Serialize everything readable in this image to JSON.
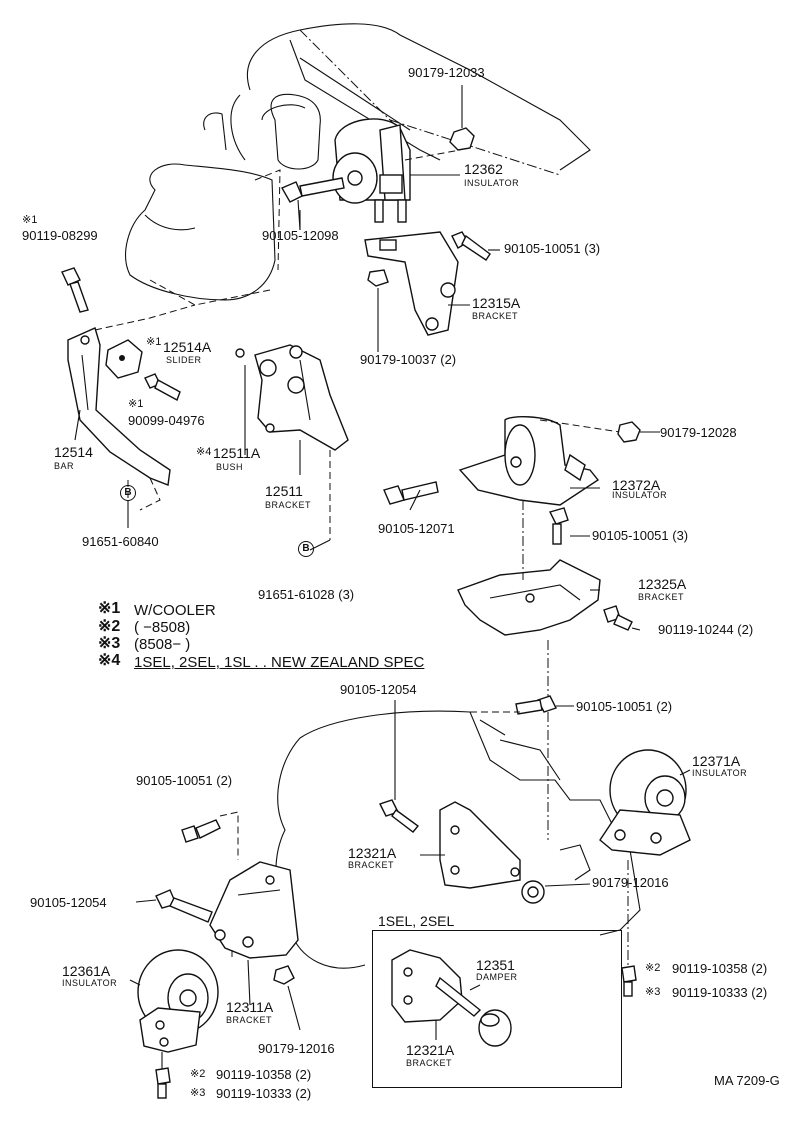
{
  "parts": {
    "p_90179_12033": "90179-12033",
    "p_12362": "12362",
    "p_12362_sub": "INSULATOR",
    "p_90119_08299_mark": "※1",
    "p_90119_08299": "90119-08299",
    "p_90105_12098": "90105-12098",
    "p_90105_10051_a": "90105-10051 (3)",
    "p_12315A": "12315A",
    "p_12315A_sub": "BRACKET",
    "p_12514A_mark": "※1",
    "p_12514A": "12514A",
    "p_12514A_sub": "SLIDER",
    "p_90179_10037": "90179-10037 (2)",
    "p_90099_04976_mark": "※1",
    "p_90099_04976": "90099-04976",
    "p_12514": "12514",
    "p_12514_sub": "BAR",
    "p_12511A_mark": "※4",
    "p_12511A": "12511A",
    "p_12511A_sub": "BUSH",
    "p_90179_12028": "90179-12028",
    "p_12372A": "12372A",
    "p_12372A_sub": "INSULATOR",
    "p_12511": "12511",
    "p_12511_sub": "BRACKET",
    "p_91651_60840": "91651-60840",
    "circle_b": "B",
    "p_90105_12071": "90105-12071",
    "p_90105_10051_b": "90105-10051 (3)",
    "p_91651_61028": "91651-61028 (3)",
    "p_12325A": "12325A",
    "p_12325A_sub": "BRACKET",
    "p_90119_10244": "90119-10244 (2)",
    "p_90105_12054_a": "90105-12054",
    "p_90105_10051_c": "90105-10051 (2)",
    "p_12371A": "12371A",
    "p_12371A_sub": "INSULATOR",
    "p_90105_10051_d": "90105-10051 (2)",
    "p_12321A": "12321A",
    "p_12321A_sub": "BRACKET",
    "p_90179_12016_a": "90179-12016",
    "p_90105_12054_b": "90105-12054",
    "inset_title": "1SEL, 2SEL",
    "p_12351": "12351",
    "p_12351_sub": "DAMPER",
    "p_12321A_b": "12321A",
    "p_12321A_b_sub": "BRACKET",
    "p_12361A": "12361A",
    "p_12361A_sub": "INSULATOR",
    "p_12311A": "12311A",
    "p_12311A_sub": "BRACKET",
    "p_90179_12016_b": "90179-12016",
    "p_90119_10358_a_mark": "※2",
    "p_90119_10358_a": "90119-10358 (2)",
    "p_90119_10333_a_mark": "※3",
    "p_90119_10333_a": "90119-10333 (2)",
    "p_90119_10358_b_mark": "※2",
    "p_90119_10358_b": "90119-10358 (2)",
    "p_90119_10333_b_mark": "※3",
    "p_90119_10333_b": "90119-10333 (2)",
    "diagram_code": "MA 7209-G"
  },
  "legend": {
    "n1_mark": "※1",
    "n1_text": "W/COOLER",
    "n2_mark": "※2",
    "n2_text": "(      −8508)",
    "n3_mark": "※3",
    "n3_text": "(8508−        )",
    "n4_mark": "※4",
    "n4_text": "1SEL, 2SEL, 1SL . . NEW ZEALAND SPEC"
  }
}
